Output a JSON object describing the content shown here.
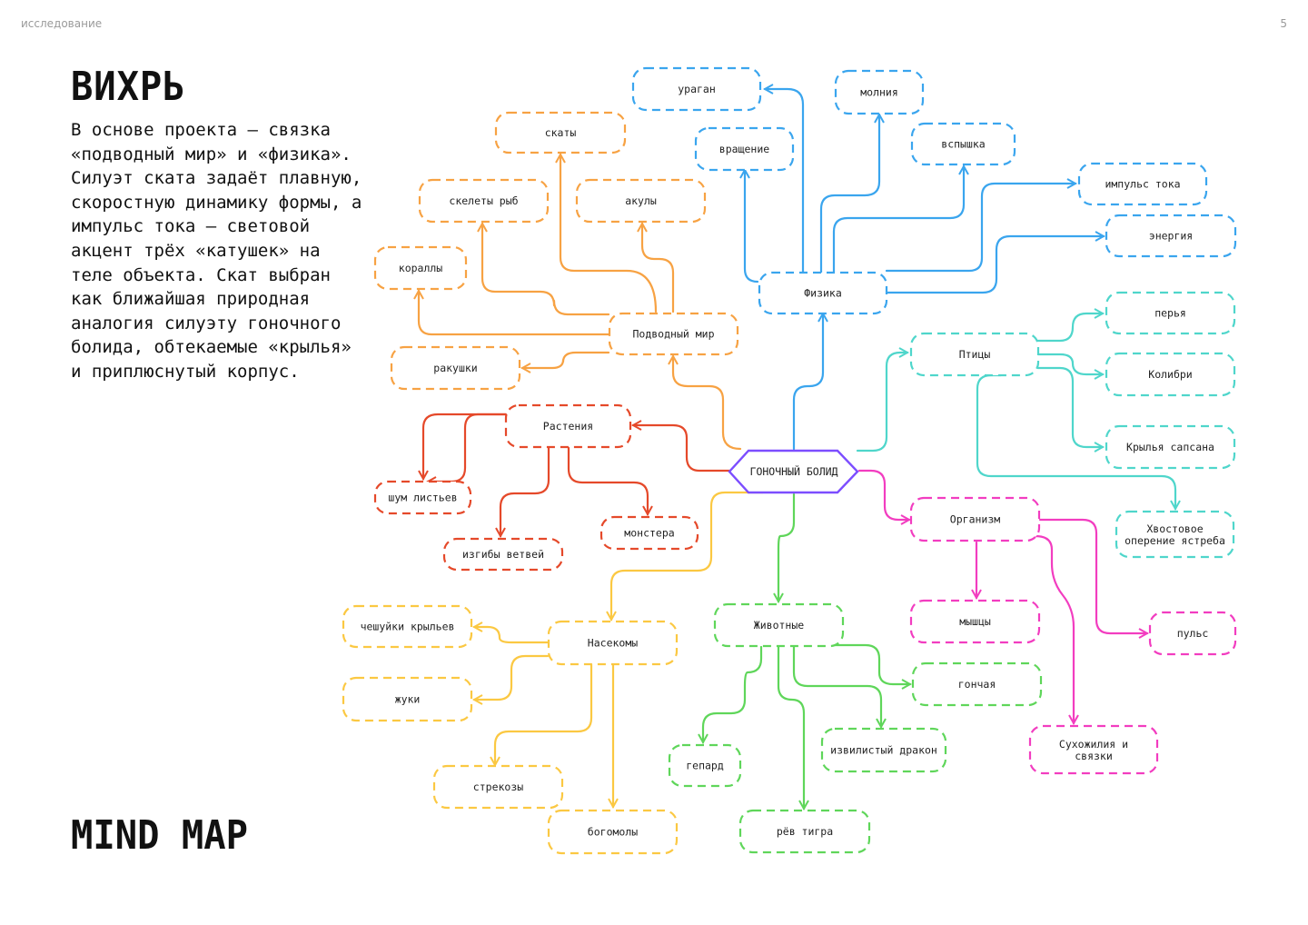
{
  "header": {
    "section": "исследование",
    "page": "5"
  },
  "title": "ВИХРЬ",
  "description": "В основе проекта — связка «подводный мир» и «физика». Силуэт ската задаёт плавную, скоростную динамику формы, а импульс тока — световой акцент трёх «катушек» на теле объекта. Скат выбран как ближайшая природная аналогия силуэту гоночного болида, обтекаемые «крылья» и приплюснутый корпус.",
  "subtitle": "MIND MAP",
  "colors": {
    "center": "#7c4dff",
    "physics": "#3aa5ee",
    "underwater": "#f7a243",
    "birds": "#4fd6cb",
    "plants": "#e5492a",
    "organism": "#f23dc0",
    "animals": "#5fd65a",
    "insects": "#fbc842"
  },
  "center": "ГОНОЧНЫЙ БОЛИД",
  "nodes": {
    "physics": "Физика",
    "hurricane": "ураган",
    "lightning": "молния",
    "rotation": "вращение",
    "flash": "вспышка",
    "current_impulse": "импульс тока",
    "energy": "энергия",
    "underwater": "Подводный мир",
    "rays": "скаты",
    "fish_skeletons": "скелеты рыб",
    "sharks": "акулы",
    "corals": "кораллы",
    "shells": "ракушки",
    "birds": "Птицы",
    "feathers": "перья",
    "hummingbird": "Колибри",
    "falcon_wings": "Крылья сапсана",
    "hawk_tail_1": "Хвостовое",
    "hawk_tail_2": "оперение ястреба",
    "plants": "Растения",
    "leaf_noise": "шум листьев",
    "branch_bends": "изгибы ветвей",
    "monstera": "монстера",
    "organism": "Организм",
    "muscles": "мышцы",
    "pulse": "пульс",
    "tendons_1": "Сухожилия и",
    "tendons_2": "связки",
    "animals": "Животные",
    "hound": "гончая",
    "cheetah": "гепард",
    "dragon": "извилистый дракон",
    "tiger_roar": "рёв тигра",
    "insects": "Насекомы",
    "wing_scales": "чешуйки крыльев",
    "beetles": "жуки",
    "dragonflies": "стрекозы",
    "mantises": "богомолы"
  }
}
